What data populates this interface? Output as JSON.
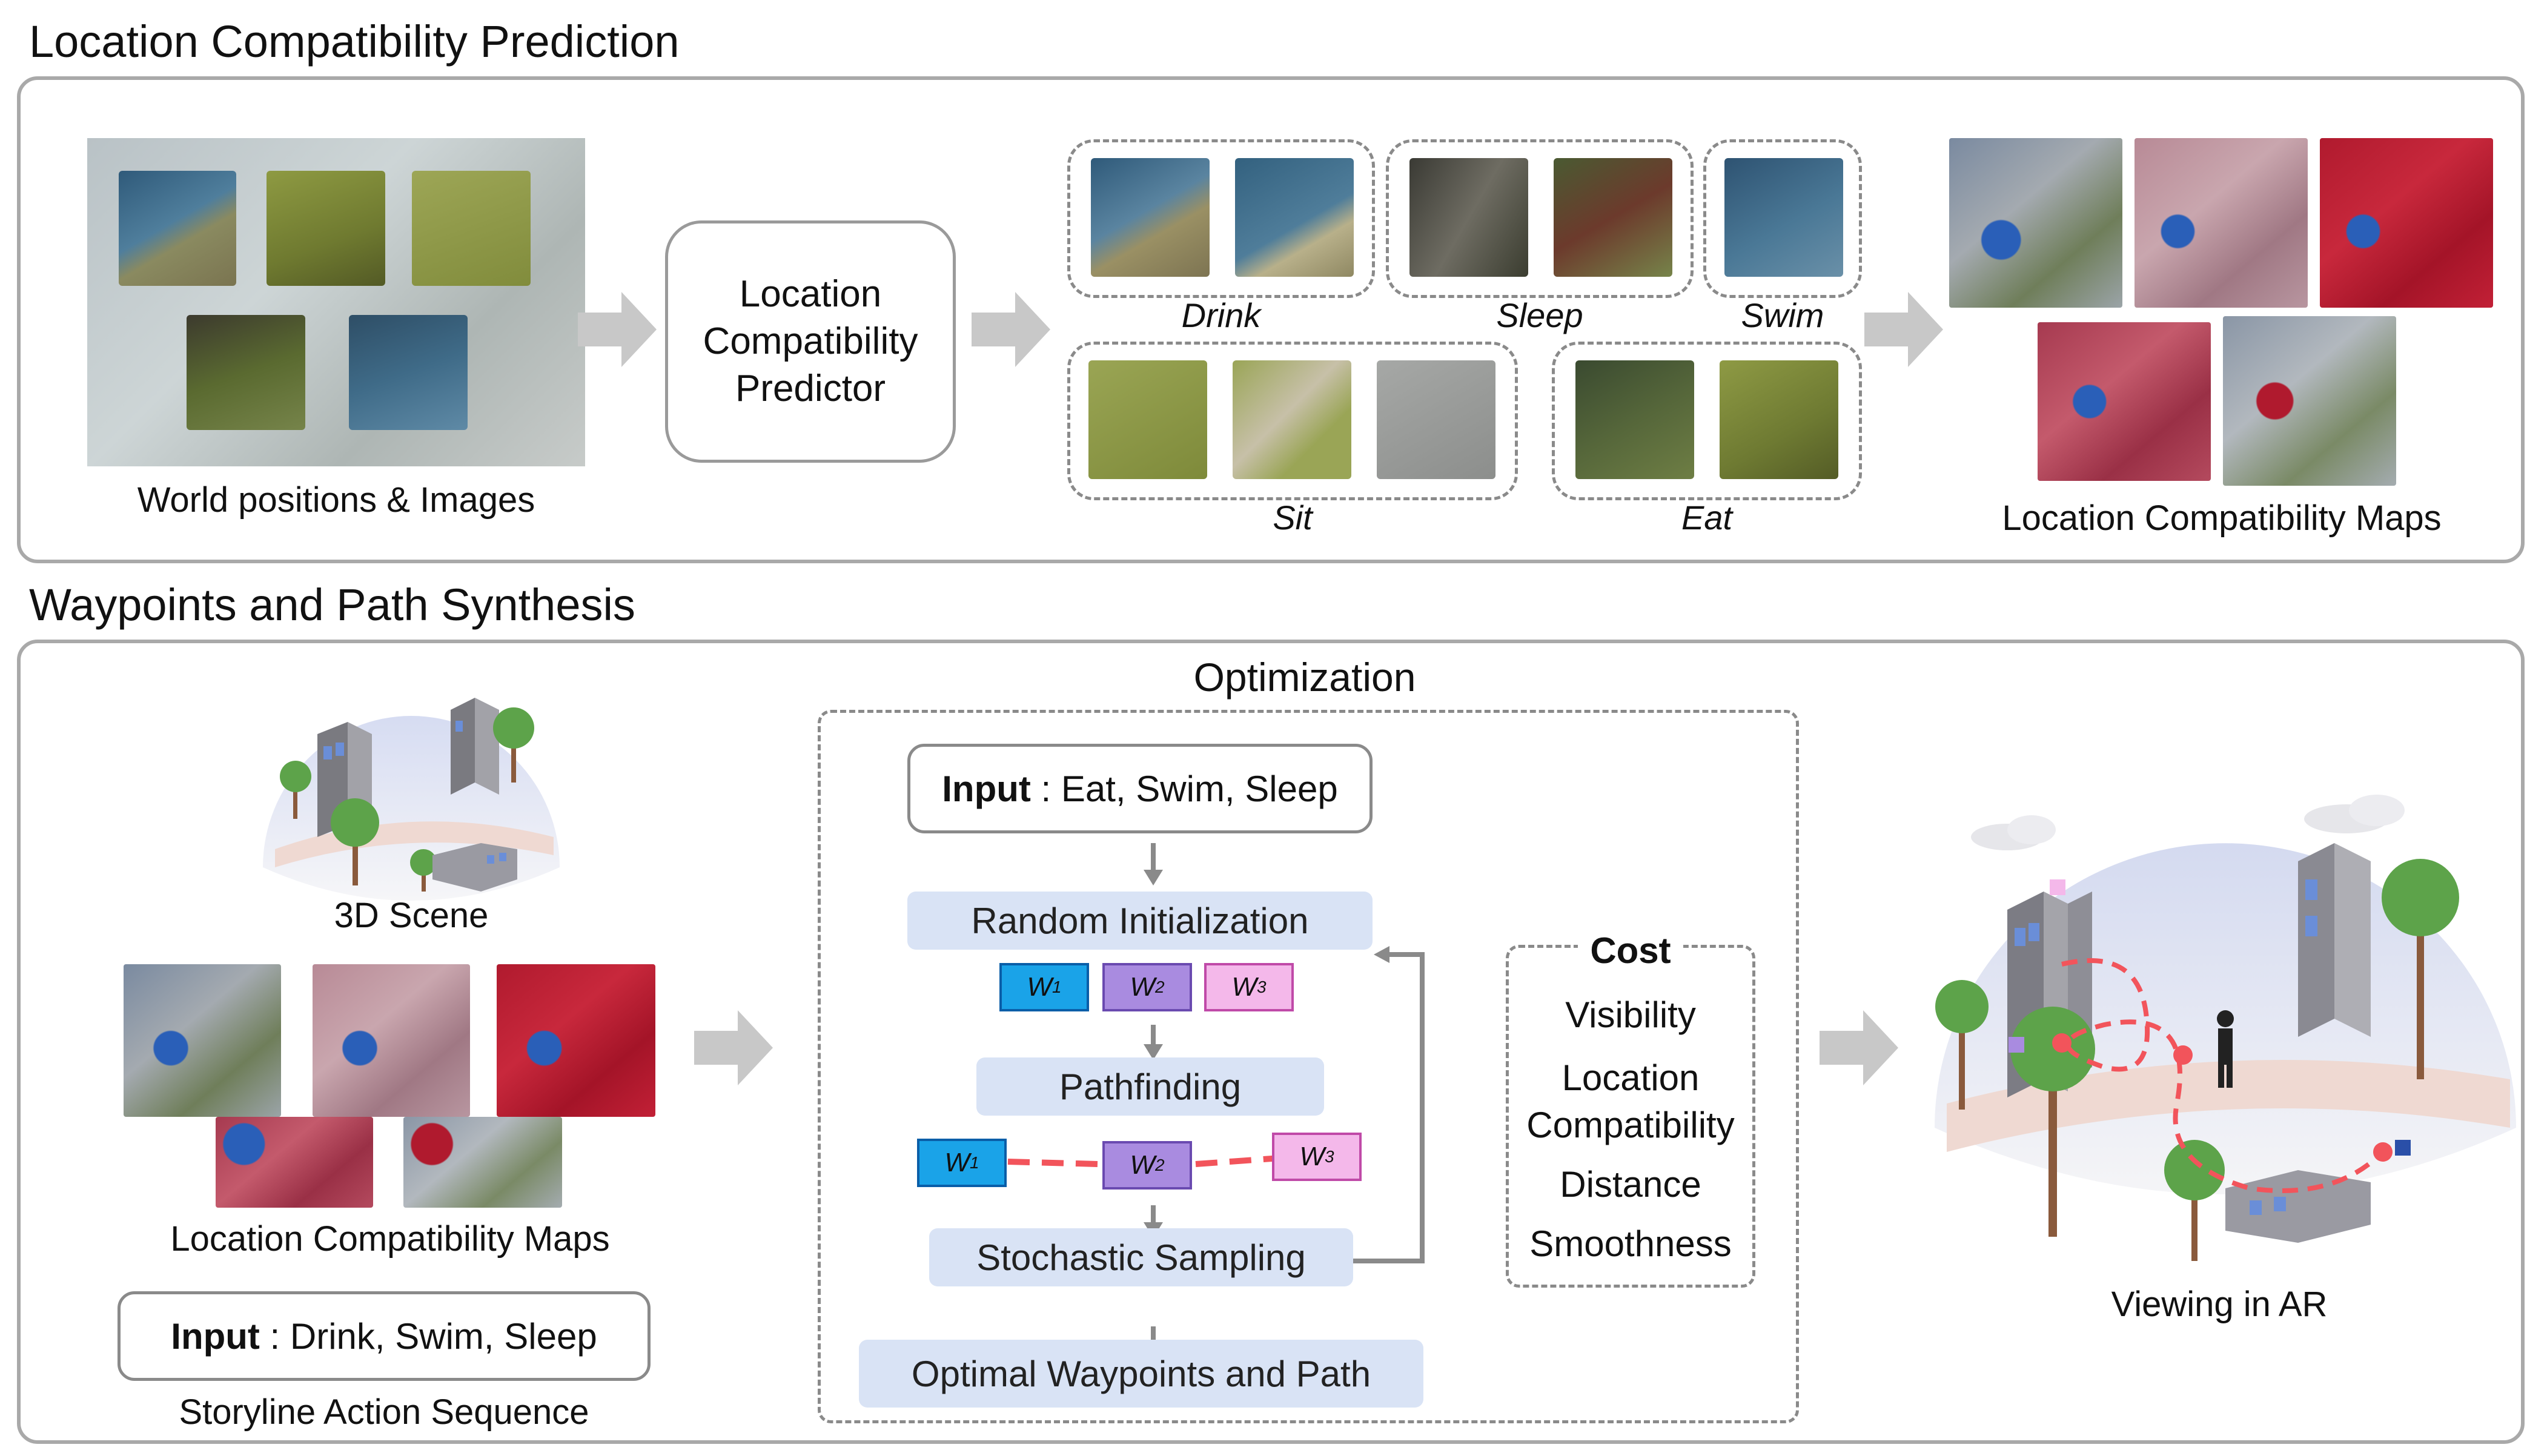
{
  "section1": {
    "title": "Location Compatibility Prediction",
    "world_caption": "World positions & Images",
    "predictor_label_line1": "Location",
    "predictor_label_line2": "Compatibility",
    "predictor_label_line3": "Predictor",
    "groups": [
      "Drink",
      "Sleep",
      "Swim",
      "Sit",
      "Eat"
    ],
    "maps_caption": "Location Compatibility Maps"
  },
  "section2": {
    "title": "Waypoints and Path Synthesis",
    "scene_caption": "3D Scene",
    "maps_caption": "Location Compatibility Maps",
    "input_bold": "Input",
    "input_rest": " : Drink, Swim, Sleep",
    "storyline_caption": "Storyline Action Sequence",
    "optimization_title": "Optimization",
    "opt_input_bold": "Input",
    "opt_input_rest": " : Eat, Swim, Sleep",
    "random_init": "Random Initialization",
    "pathfinding": "Pathfinding",
    "stochastic": "Stochastic Sampling",
    "optimal": "Optimal Waypoints and Path",
    "waypoints": [
      "W",
      "W",
      "W"
    ],
    "waypoint_subs": [
      "1",
      "2",
      "3"
    ],
    "cost_title": "Cost",
    "cost_items": [
      "Visibility",
      "Location",
      "Compatibility",
      "Distance",
      "Smoothness"
    ],
    "ar_caption": "Viewing in AR"
  },
  "colors": {
    "panel_border": "#a9a9a9",
    "pill_fill": "#d9e3f5",
    "w1": "#1aa3e8",
    "w2": "#a98be0",
    "w3": "#f4b8ea",
    "path_red": "#f2545b",
    "arrow_gray": "#c8c8c8"
  }
}
